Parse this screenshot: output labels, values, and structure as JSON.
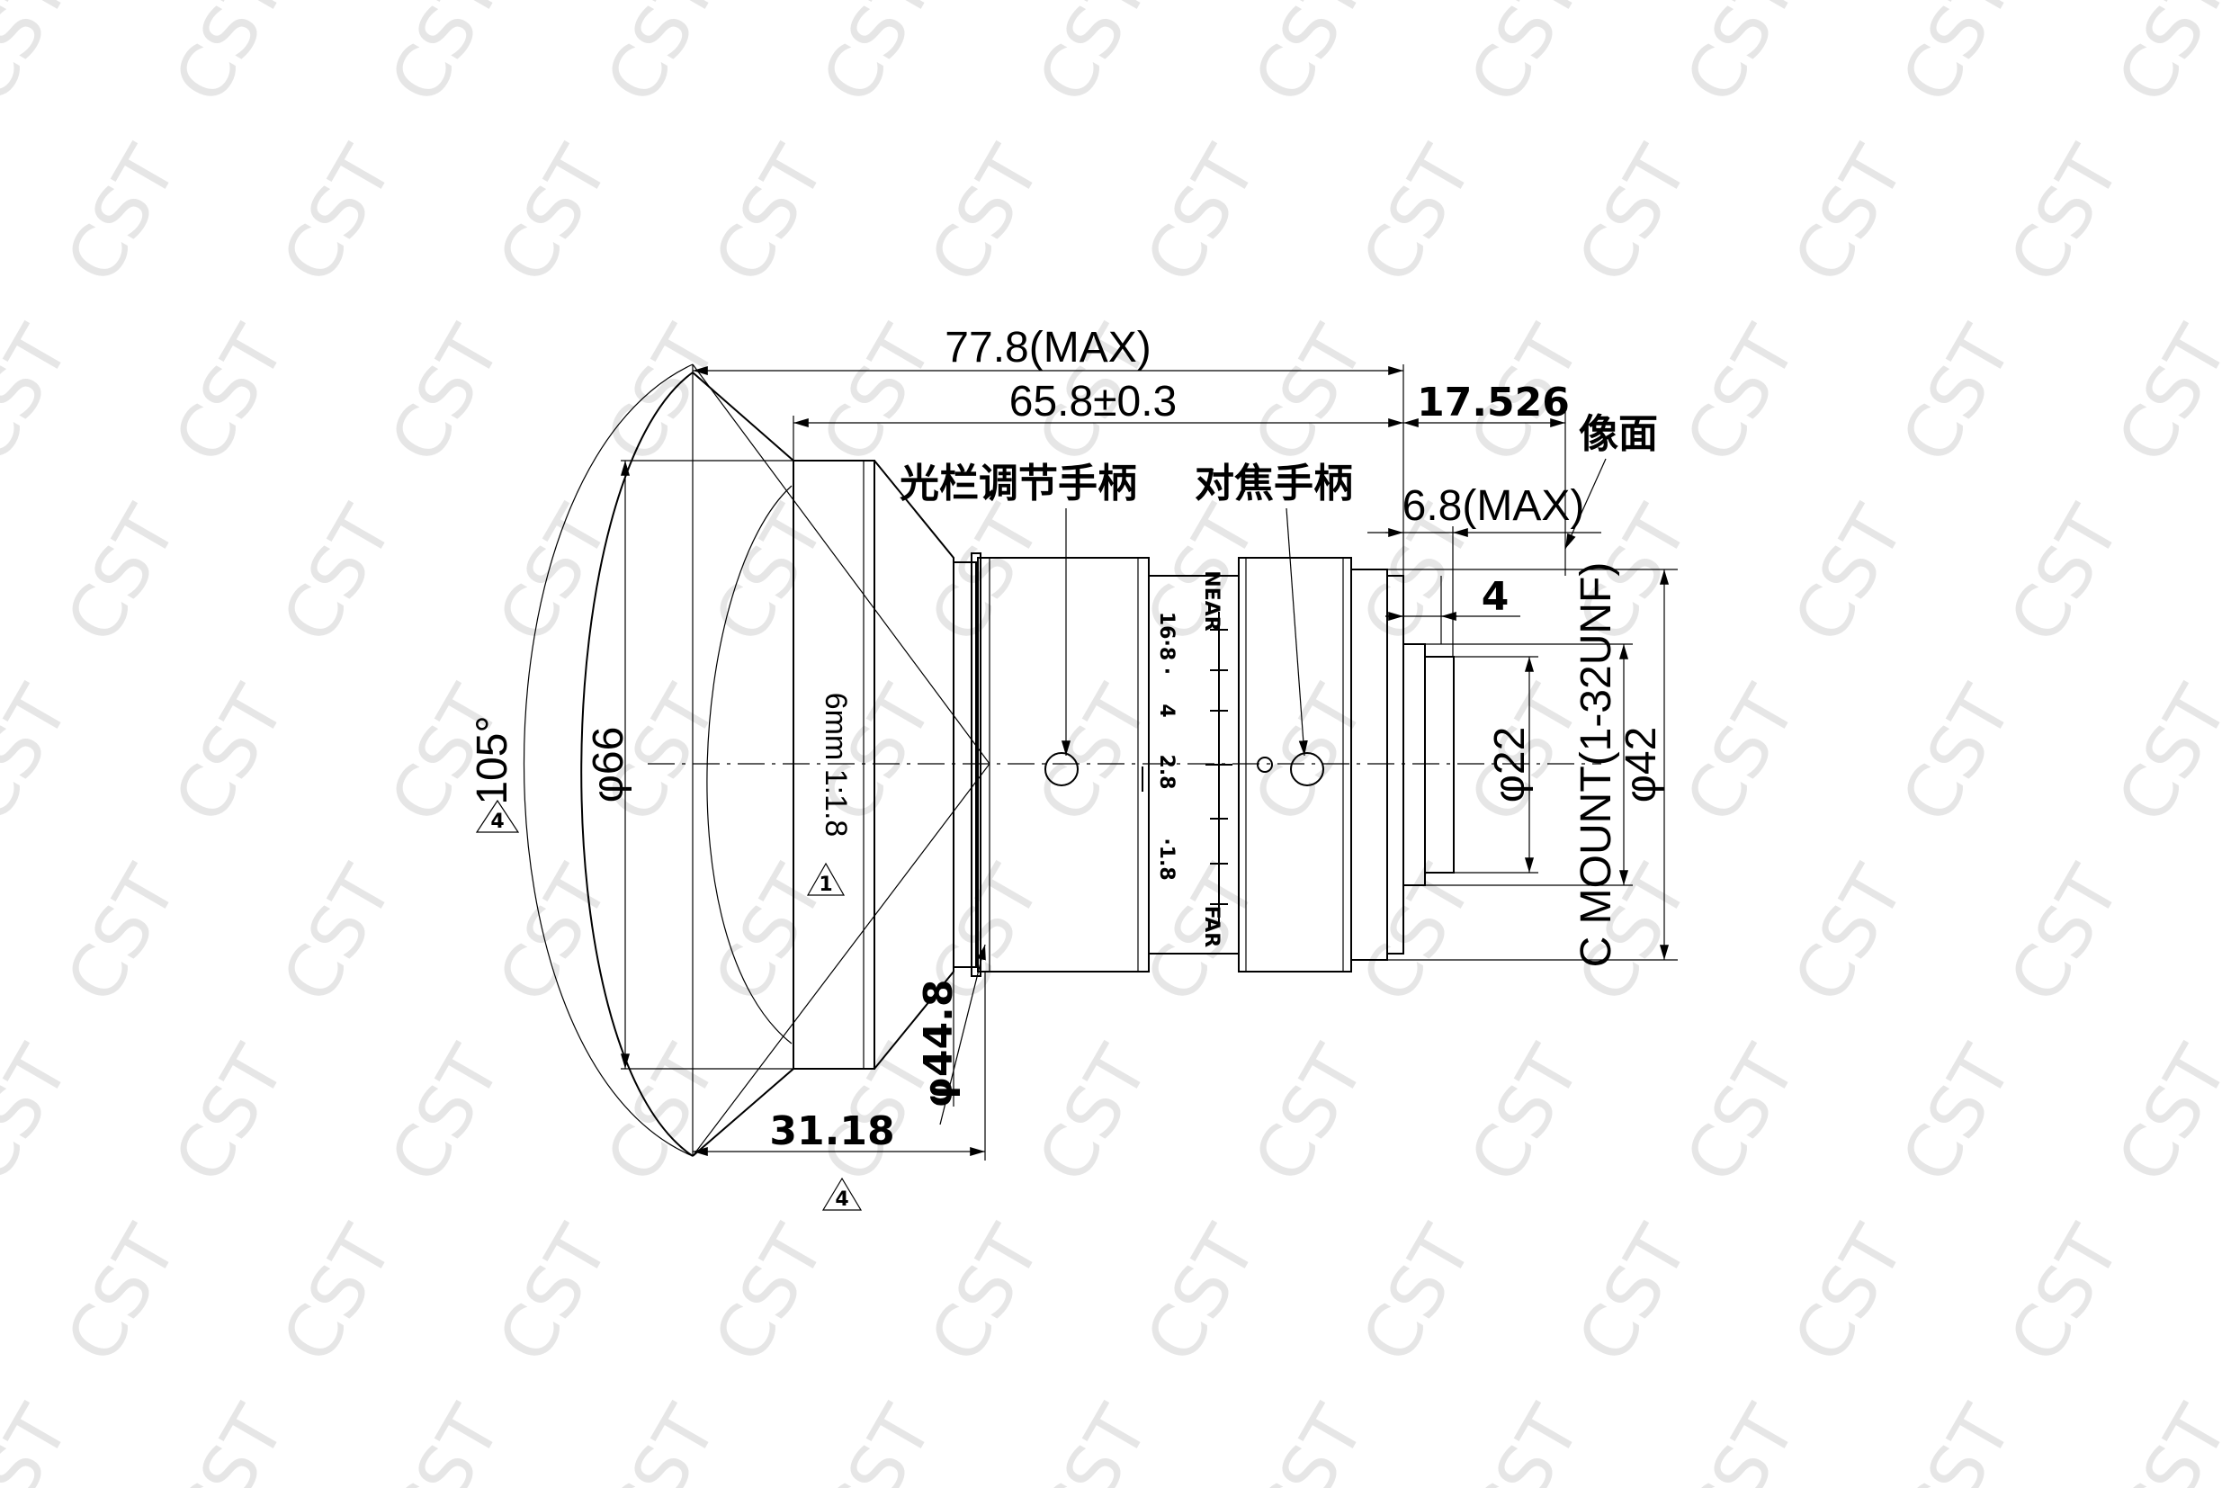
{
  "watermark": "CST",
  "dimensions": {
    "overall_length": "77.8(MAX)",
    "body_length": "65.8±0.3",
    "flange_back": "17.526",
    "image_plane": "像面",
    "rear_protrusion": "6.8(MAX)",
    "thread_length": "4",
    "front_diameter": "φ66",
    "front_inner_diameter": "φ44.8",
    "front_depth": "31.18",
    "rear_diameter": "φ42",
    "rear_inner_diameter": "φ22",
    "mount": "C MOUNT(1-32UNF)",
    "field_angle": "105°"
  },
  "labels": {
    "iris_handle": "光栏调节手柄",
    "focus_handle": "对焦手柄",
    "lens_marking": "6mm 1:1.8",
    "near": "NEAR",
    "far": "FAR",
    "iris_scale": [
      "16·8 ·",
      "4",
      "2.8",
      "·1.8"
    ],
    "note_mark_1": "1",
    "note_mark_4": "4"
  }
}
